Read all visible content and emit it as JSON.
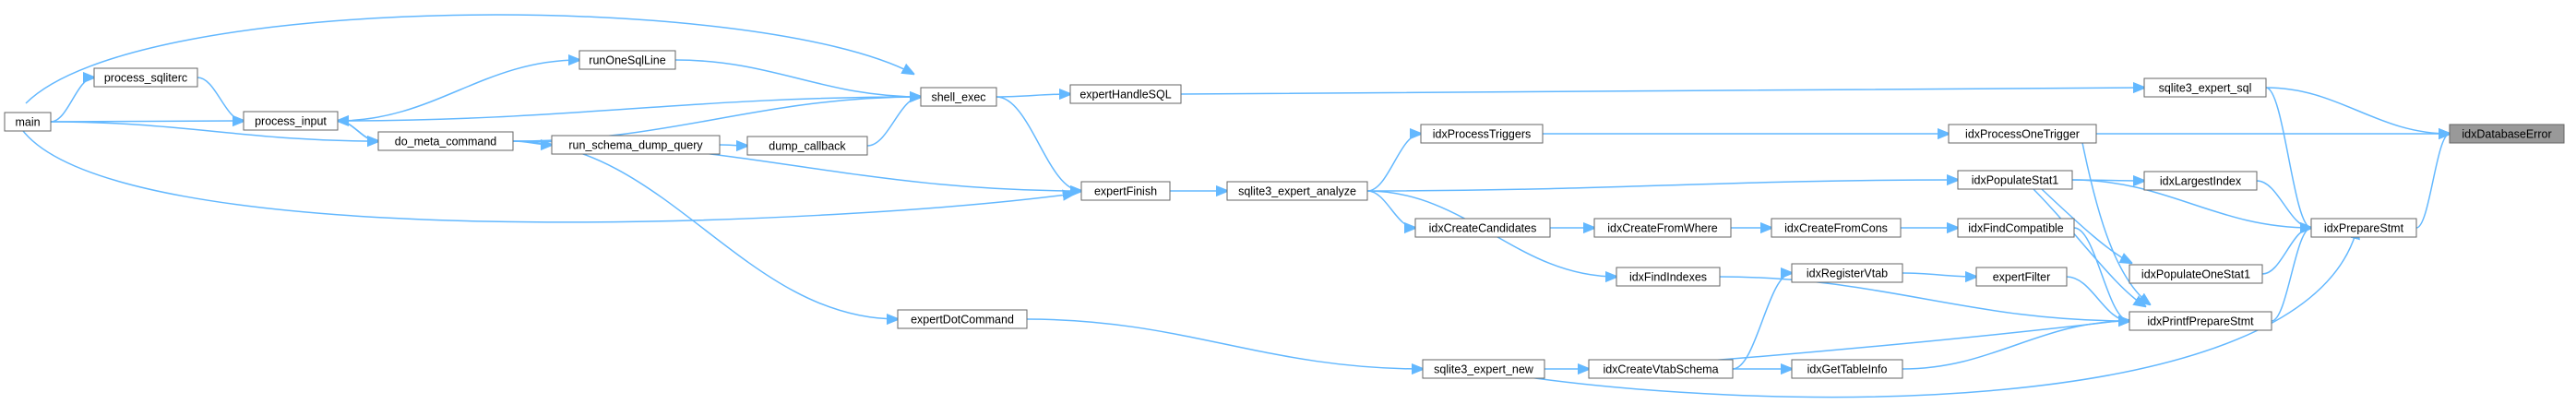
{
  "graph": {
    "title": "",
    "colors": {
      "edge": "#63b8ff",
      "node_border": "#666666",
      "highlight_fill": "#999999"
    },
    "nodes": [
      {
        "id": "main",
        "label": "main"
      },
      {
        "id": "process_sqliterc",
        "label": "process_sqliterc"
      },
      {
        "id": "process_input",
        "label": "process_input"
      },
      {
        "id": "do_meta_command",
        "label": "do_meta_command"
      },
      {
        "id": "runOneSqlLine",
        "label": "runOneSqlLine"
      },
      {
        "id": "shell_exec",
        "label": "shell_exec"
      },
      {
        "id": "run_schema_dump_query",
        "label": "run_schema_dump_query"
      },
      {
        "id": "dump_callback",
        "label": "dump_callback"
      },
      {
        "id": "expertHandleSQL",
        "label": "expertHandleSQL"
      },
      {
        "id": "expertFinish",
        "label": "expertFinish"
      },
      {
        "id": "expertDotCommand",
        "label": "expertDotCommand"
      },
      {
        "id": "sqlite3_expert_analyze",
        "label": "sqlite3_expert_analyze"
      },
      {
        "id": "idxProcessTriggers",
        "label": "idxProcessTriggers"
      },
      {
        "id": "idxCreateCandidates",
        "label": "idxCreateCandidates"
      },
      {
        "id": "idxFindIndexes",
        "label": "idxFindIndexes"
      },
      {
        "id": "sqlite3_expert_new",
        "label": "sqlite3_expert_new"
      },
      {
        "id": "idxCreateFromWhere",
        "label": "idxCreateFromWhere"
      },
      {
        "id": "idxCreateVtabSchema",
        "label": "idxCreateVtabSchema"
      },
      {
        "id": "idxCreateFromCons",
        "label": "idxCreateFromCons"
      },
      {
        "id": "idxRegisterVtab",
        "label": "idxRegisterVtab"
      },
      {
        "id": "idxGetTableInfo",
        "label": "idxGetTableInfo"
      },
      {
        "id": "idxProcessOneTrigger",
        "label": "idxProcessOneTrigger"
      },
      {
        "id": "idxPopulateStat1",
        "label": "idxPopulateStat1"
      },
      {
        "id": "idxFindCompatible",
        "label": "idxFindCompatible"
      },
      {
        "id": "expertFilter",
        "label": "expertFilter"
      },
      {
        "id": "sqlite3_expert_sql",
        "label": "sqlite3_expert_sql"
      },
      {
        "id": "idxLargestIndex",
        "label": "idxLargestIndex"
      },
      {
        "id": "idxPopulateOneStat1",
        "label": "idxPopulateOneStat1"
      },
      {
        "id": "idxPrintfPrepareStmt",
        "label": "idxPrintfPrepareStmt"
      },
      {
        "id": "idxPrepareStmt",
        "label": "idxPrepareStmt"
      },
      {
        "id": "idxDatabaseError",
        "label": "idxDatabaseError",
        "highlight": true
      }
    ]
  }
}
